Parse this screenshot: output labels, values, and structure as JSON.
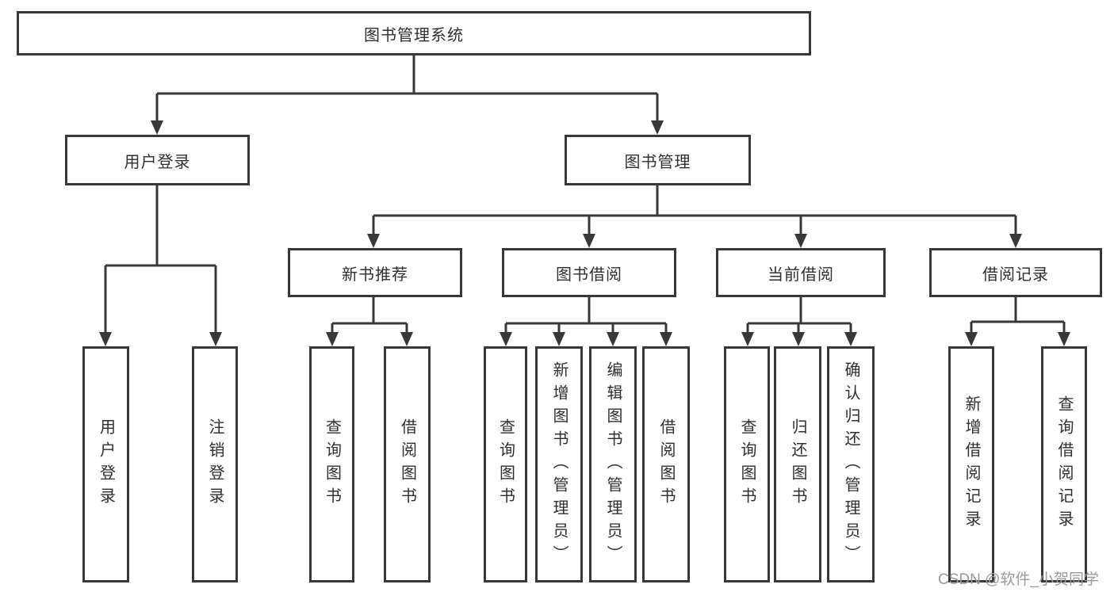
{
  "tree": {
    "label": "图书管理系统",
    "children": [
      {
        "label": "用户登录",
        "children": [
          {
            "label": "用户登录"
          },
          {
            "label": "注销登录"
          }
        ]
      },
      {
        "label": "图书管理",
        "children": [
          {
            "label": "新书推荐",
            "children": [
              {
                "label": "查询图书"
              },
              {
                "label": "借阅图书"
              }
            ]
          },
          {
            "label": "图书借阅",
            "children": [
              {
                "label": "查询图书"
              },
              {
                "label": "新增图书（管理员）"
              },
              {
                "label": "编辑图书（管理员）"
              },
              {
                "label": "借阅图书"
              }
            ]
          },
          {
            "label": "当前借阅",
            "children": [
              {
                "label": "查询图书"
              },
              {
                "label": "归还图书"
              },
              {
                "label": "确认归还（管理员）"
              }
            ]
          },
          {
            "label": "借阅记录",
            "children": [
              {
                "label": "新增借阅记录"
              },
              {
                "label": "查询借阅记录"
              }
            ]
          }
        ]
      }
    ]
  },
  "watermark": {
    "text": "CSDN @软件_小贺同学"
  },
  "colors": {
    "line": "#383838",
    "text": "#2f2f2f",
    "background": "#ffffff",
    "watermark": "#9a9a9a"
  }
}
